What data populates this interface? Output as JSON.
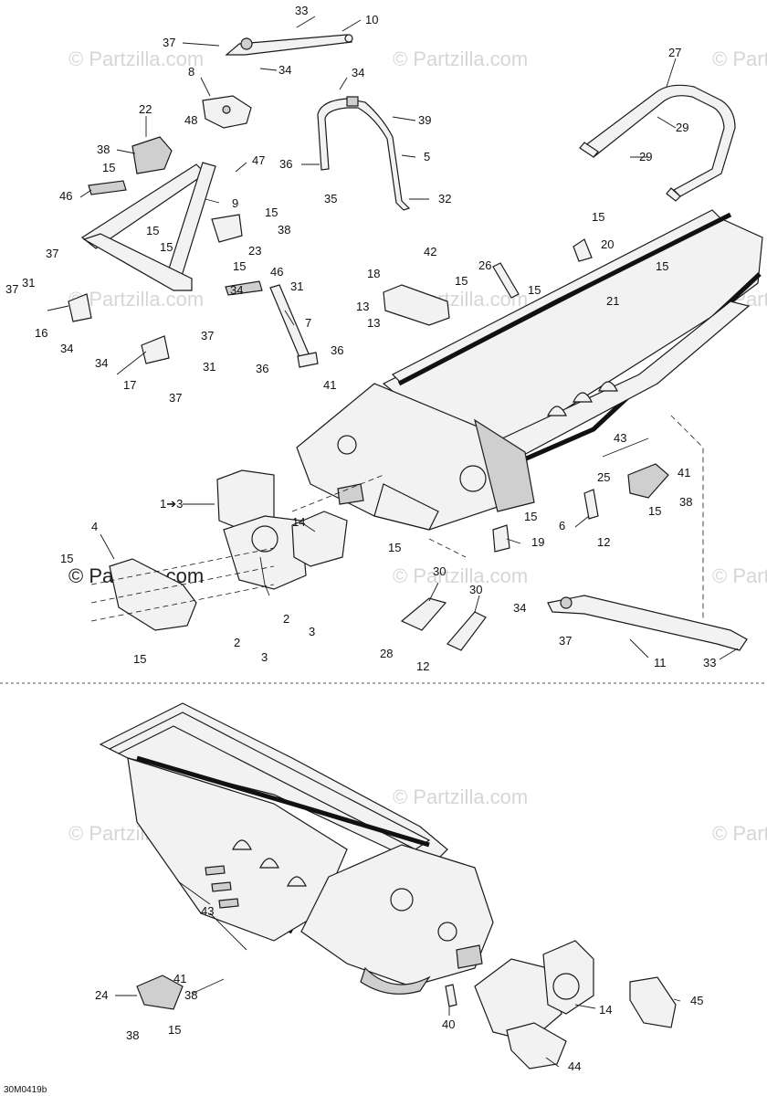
{
  "watermark": "© Partzilla.com",
  "watermark_strong": "© Partzilla.com",
  "drawing_code": "30M0419b",
  "callouts": {
    "c33a": "33",
    "c10": "10",
    "c37a": "37",
    "c34a": "34",
    "c8": "8",
    "c27": "27",
    "c34b": "34",
    "c39": "39",
    "c29a": "29",
    "c29b": "29",
    "c22": "22",
    "c48": "48",
    "c38a": "38",
    "c15a": "15",
    "c47": "47",
    "c36a": "36",
    "c5": "5",
    "c35": "35",
    "c32": "32",
    "c46a": "46",
    "c9": "9",
    "c15b": "15",
    "c38b": "38",
    "c15c": "15",
    "c23": "23",
    "c15d": "15",
    "c15e": "15",
    "c20": "20",
    "c42": "42",
    "c37b": "37",
    "c31a": "31",
    "c37c": "37",
    "c16": "16",
    "c34c": "34",
    "c46b": "46",
    "c31b": "31",
    "c34d": "34",
    "c7": "7",
    "c18": "18",
    "c15f": "15",
    "c26": "26",
    "c15g": "15",
    "c15h": "15",
    "c21": "21",
    "c13a": "13",
    "c13b": "13",
    "c37d": "37",
    "c36b": "36",
    "c34e": "34",
    "c31c": "31",
    "c36c": "36",
    "c17": "17",
    "c37e": "37",
    "c41a": "41",
    "c43a": "43",
    "c25": "25",
    "c41b": "41",
    "c38c": "38",
    "c15i": "15",
    "c1to3": "1➔3",
    "c14a": "14",
    "c15j": "15",
    "c15k": "15",
    "c19": "19",
    "c6": "6",
    "c12a": "12",
    "c4": "4",
    "c15l": "15",
    "c30a": "30",
    "c30b": "30",
    "c34f": "34",
    "c2a": "2",
    "c2b": "2",
    "c3a": "3",
    "c3b": "3",
    "c28": "28",
    "c12b": "12",
    "c37f": "37",
    "c11": "11",
    "c33b": "33",
    "c15m": "15",
    "c43b": "43",
    "c41c": "41",
    "c38d": "38",
    "c24": "24",
    "c38e": "38",
    "c15n": "15",
    "c40": "40",
    "c14b": "14",
    "c45": "45",
    "c44": "44"
  }
}
